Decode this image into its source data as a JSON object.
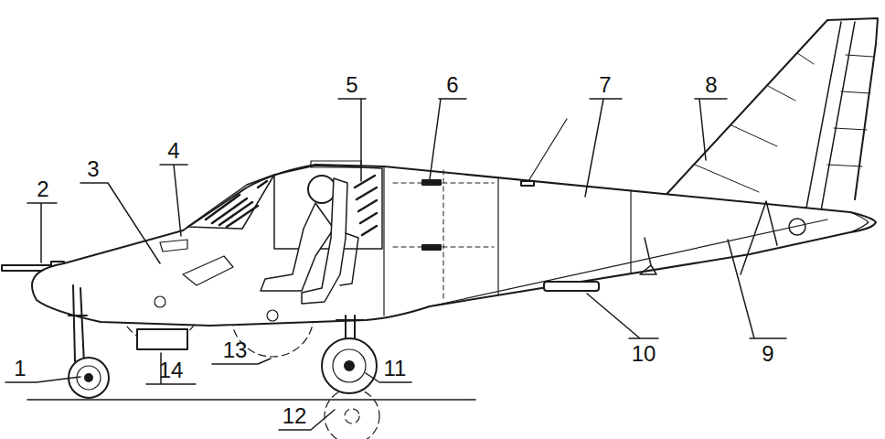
{
  "diagram": {
    "labels": [
      "2",
      "3",
      "4",
      "5",
      "6",
      "7",
      "8",
      "1",
      "14",
      "13",
      "12",
      "11",
      "10",
      "9"
    ]
  }
}
